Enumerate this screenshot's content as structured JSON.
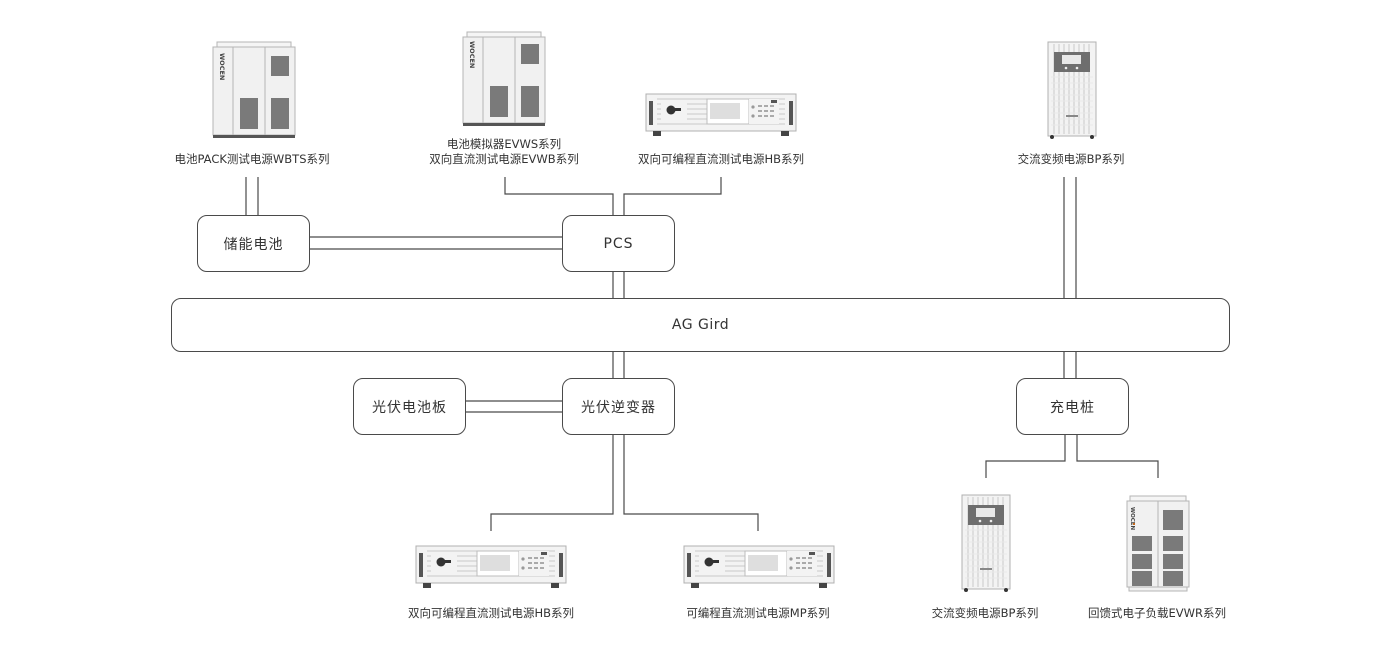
{
  "diagram": {
    "type": "system-topology",
    "colors": {
      "line": "#4a4a4a",
      "text": "#333333",
      "device_body": "#f1f1f1",
      "device_panel": "#7a7a7a",
      "device_base": "#555555",
      "brand_accent": "#e8700a"
    },
    "nodes": {
      "storage_battery": "储能电池",
      "pcs": "PCS",
      "grid": "AG Gird",
      "pv_panel": "光伏电池板",
      "pv_inverter": "光伏逆变器",
      "charging_pile": "充电桩"
    },
    "devices": {
      "wbts": {
        "label": "电池PACK测试电源WBTS系列",
        "icon": "cabinet-icon",
        "brand": "WOCEN"
      },
      "evws": {
        "label_line1": "电池模拟器EVWS系列",
        "label_line2": "双向直流测试电源EVWB系列",
        "icon": "cabinet-icon",
        "brand": "WOCEN"
      },
      "hb_top": {
        "label": "双向可编程直流测试电源HB系列",
        "icon": "rack-power-supply-icon"
      },
      "bp_top": {
        "label": "交流变频电源BP系列",
        "icon": "tower-power-supply-icon"
      },
      "hb_bottom": {
        "label": "双向可编程直流测试电源HB系列",
        "icon": "rack-power-supply-icon"
      },
      "mp": {
        "label": "可编程直流测试电源MP系列",
        "icon": "rack-power-supply-icon"
      },
      "bp_bottom": {
        "label": "交流变频电源BP系列",
        "icon": "tower-power-supply-icon"
      },
      "evwr": {
        "label": "回馈式电子负载EVWR系列",
        "icon": "cabinet-icon",
        "brand": "WOCEN"
      }
    },
    "connections": [
      [
        "wbts",
        "storage_battery"
      ],
      [
        "storage_battery",
        "pcs"
      ],
      [
        "evws",
        "pcs"
      ],
      [
        "hb_top",
        "pcs"
      ],
      [
        "pcs",
        "grid"
      ],
      [
        "bp_top",
        "grid"
      ],
      [
        "grid",
        "pv_inverter"
      ],
      [
        "pv_panel",
        "pv_inverter"
      ],
      [
        "pv_inverter",
        "hb_bottom"
      ],
      [
        "pv_inverter",
        "mp"
      ],
      [
        "grid",
        "charging_pile"
      ],
      [
        "charging_pile",
        "bp_bottom"
      ],
      [
        "charging_pile",
        "evwr"
      ]
    ]
  }
}
